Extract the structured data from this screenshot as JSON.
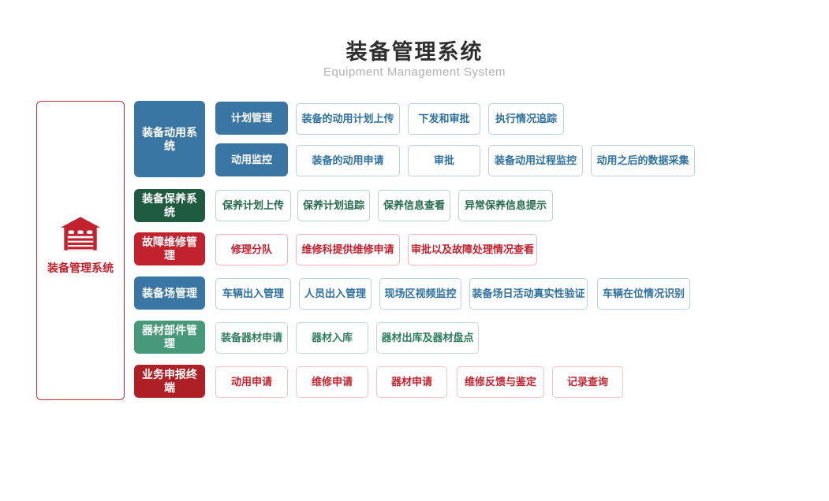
{
  "header": {
    "title": "装备管理系统",
    "subtitle": "Equipment Management System"
  },
  "root_node": {
    "label": "装备管理系统",
    "icon": "warehouse-icon",
    "accent_color": "#c2212e"
  },
  "palette": {
    "blue": "#3a76a4",
    "dark_green": "#1f5b41",
    "red": "#c2212e",
    "green": "#46997b",
    "dark_red": "#ae2026",
    "title_text": "#2f2f2f",
    "subtitle_text": "#b1b1b1"
  },
  "categories": [
    {
      "label": "装备动用系统",
      "theme": "blue"
    },
    {
      "label": "装备保养系统",
      "theme": "dark_green"
    },
    {
      "label": "故障维修管理",
      "theme": "red"
    },
    {
      "label": "装备场管理",
      "theme": "blue"
    },
    {
      "label": "器材部件管理",
      "theme": "green"
    },
    {
      "label": "业务申报终端",
      "theme": "dark_red"
    }
  ],
  "rows": {
    "plan": {
      "lead": "计划管理",
      "items": [
        "装备的动用计划上传",
        "下发和审批",
        "执行情况追踪"
      ]
    },
    "monitor": {
      "lead": "动用监控",
      "items": [
        "装备的动用申请",
        "审批",
        "装备动用过程监控",
        "动用之后的数据采集"
      ]
    },
    "maintain": {
      "items": [
        "保养计划上传",
        "保养计划追踪",
        "保养信息查看",
        "异常保养信息提示"
      ]
    },
    "repair": {
      "items": [
        "修理分队",
        "维修科提供维修申请",
        "审批以及故障处理情况查看"
      ]
    },
    "depot": {
      "items": [
        "车辆出入管理",
        "人员出入管理",
        "现场区视频监控",
        "装备场日活动真实性验证",
        "车辆在位情况识别"
      ]
    },
    "materiel": {
      "items": [
        "装备器材申请",
        "器材入库",
        "器材出库及器材盘点"
      ]
    },
    "report": {
      "items": [
        "动用申请",
        "维修申请",
        "器材申请",
        "维修反馈与鉴定",
        "记录查询"
      ]
    }
  }
}
